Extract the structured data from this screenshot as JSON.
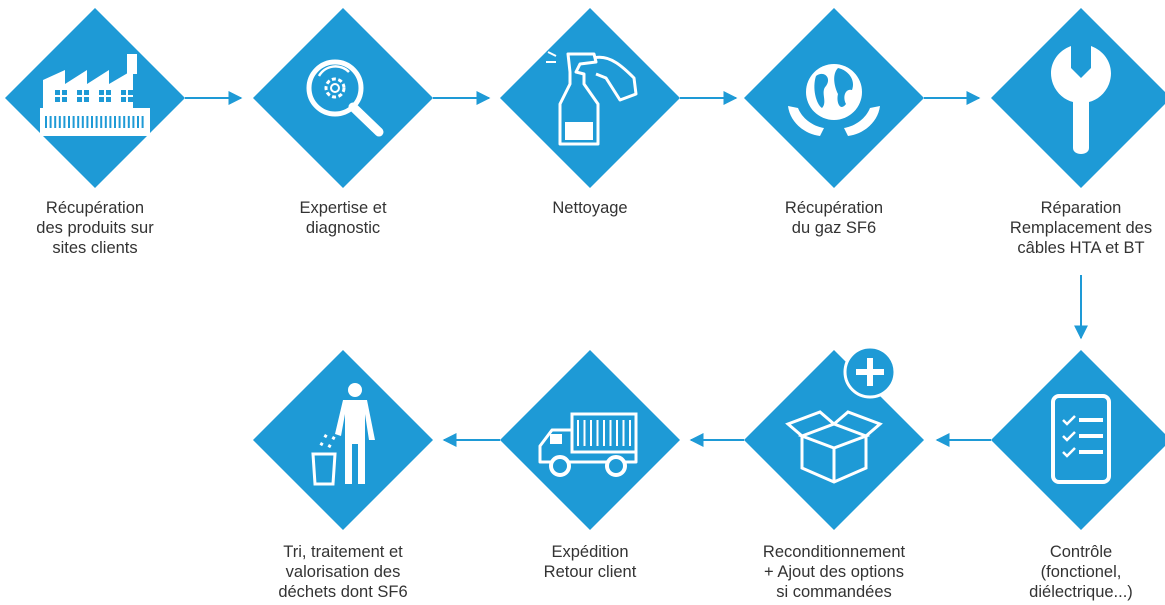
{
  "colors": {
    "diamond": "#1e9ad6",
    "arrow": "#1e9ad6",
    "icon": "#ffffff",
    "text": "#333333"
  },
  "steps": [
    {
      "id": "recuperation-produits",
      "icon": "factory-icon",
      "label": "Récupération\ndes produits sur\nsites clients"
    },
    {
      "id": "expertise",
      "icon": "magnifier-gear-icon",
      "label": "Expertise et\ndiagnostic"
    },
    {
      "id": "nettoyage",
      "icon": "spray-bottle-icon",
      "label": "Nettoyage"
    },
    {
      "id": "recuperation-gaz",
      "icon": "globe-hands-icon",
      "label": "Récupération\ndu gaz SF6"
    },
    {
      "id": "reparation",
      "icon": "wrench-icon",
      "label": "Réparation\nRemplacement des\ncâbles HTA et BT"
    },
    {
      "id": "controle",
      "icon": "checklist-icon",
      "label": "Contrôle\n(fonctionel,\ndiélectrique...)"
    },
    {
      "id": "reconditionnement",
      "icon": "box-plus-icon",
      "label": "Reconditionnement\n+ Ajout des options\nsi commandées"
    },
    {
      "id": "expedition",
      "icon": "truck-icon",
      "label": "Expédition\nRetour client"
    },
    {
      "id": "tri",
      "icon": "person-trash-icon",
      "label": "Tri, traitement et\nvalorisation des\ndéchets dont SF6"
    }
  ]
}
